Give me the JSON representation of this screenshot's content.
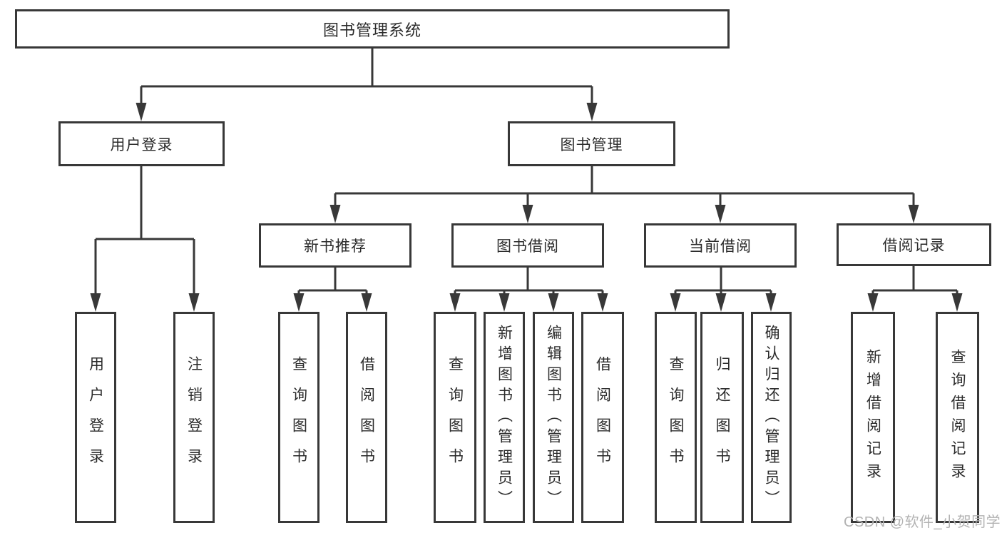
{
  "diagram": {
    "root": {
      "label": "图书管理系统"
    },
    "branches": [
      {
        "label": "用户登录",
        "children": [
          {
            "label": "用户登录"
          },
          {
            "label": "注销登录"
          }
        ]
      },
      {
        "label": "图书管理",
        "children": [
          {
            "label": "新书推荐",
            "children": [
              {
                "label": "查询图书"
              },
              {
                "label": "借阅图书"
              }
            ]
          },
          {
            "label": "图书借阅",
            "children": [
              {
                "label": "查询图书"
              },
              {
                "label": "新增图书（管理员）"
              },
              {
                "label": "编辑图书（管理员）"
              },
              {
                "label": "借阅图书"
              }
            ]
          },
          {
            "label": "当前借阅",
            "children": [
              {
                "label": "查询图书"
              },
              {
                "label": "归还图书"
              },
              {
                "label": "确认归还（管理员）"
              }
            ]
          },
          {
            "label": "借阅记录",
            "children": [
              {
                "label": "新增借阅记录"
              },
              {
                "label": "查询借阅记录"
              }
            ]
          }
        ]
      }
    ]
  },
  "watermark": {
    "text": "CSDN @软件_小贺同学"
  },
  "colors": {
    "line": "#383838",
    "text": "#2b2b2b",
    "watermark": "#b3b3b3",
    "canvas": "#ffffff"
  }
}
